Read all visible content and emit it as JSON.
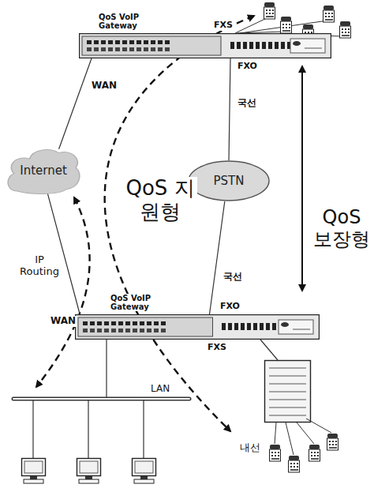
{
  "diagram": {
    "nodes": [
      {
        "text": [
          "QoS VoIP Gateway"
        ]
      },
      {
        "text": [
          "Internet"
        ]
      },
      {
        "text": [
          "PSTN"
        ]
      },
      {
        "text": [
          "QoS VoIP Gateway"
        ]
      }
    ],
    "edges": [
      {
        "from": 0,
        "to": 1,
        "arrow": "none",
        "label": "WAN"
      },
      {
        "from": 0,
        "to": 2,
        "arrow": "none",
        "label": "국선"
      },
      {
        "from": 2,
        "to": 3,
        "arrow": "none",
        "label": "국선"
      },
      {
        "from": 1,
        "to": 3,
        "arrow": "none",
        "label": "WAN"
      }
    ],
    "labels": [
      "FXS",
      "FXO",
      "QoS 지원형",
      "QoS 보장형",
      "IP Routing",
      "FXO",
      "FXS",
      "LAN",
      "내선"
    ]
  }
}
